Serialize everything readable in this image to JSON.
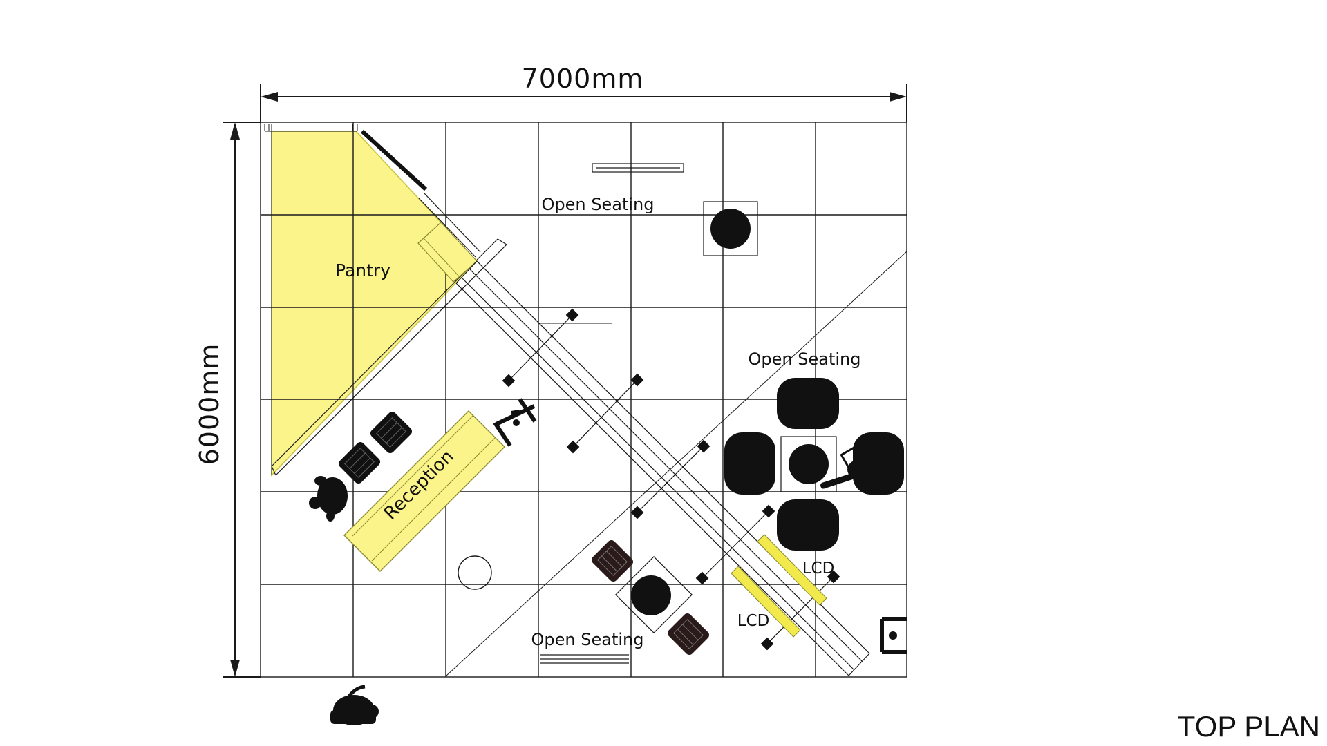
{
  "drawing": {
    "title": "TOP PLAN",
    "width_label": "7000mm",
    "height_label": "6000mm"
  },
  "zones": {
    "pantry": "Pantry",
    "reception": "Reception",
    "open_seating_top": "Open Seating",
    "open_seating_right": "Open Seating",
    "open_seating_bottom": "Open Seating",
    "lcd_upper": "LCD",
    "lcd_lower": "LCD"
  },
  "colors": {
    "highlight": "#fbf48a",
    "highlight_stroke": "#c9c23a",
    "line": "#1a1a1a",
    "furniture": "#111111",
    "chair_dark": "#2a1a1a"
  },
  "icons": {
    "chair": "chair-icon",
    "armchair": "armchair-icon",
    "table": "round-table-icon",
    "person": "person-icon",
    "stand": "display-stand-icon"
  }
}
